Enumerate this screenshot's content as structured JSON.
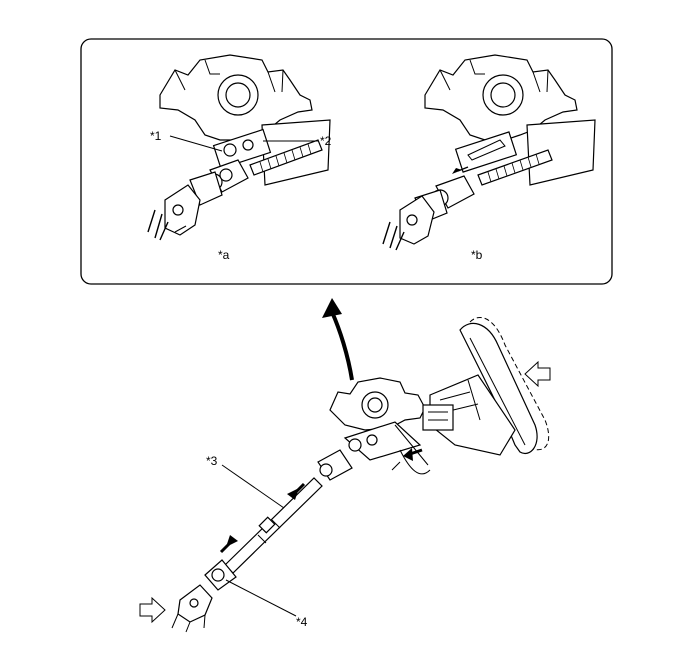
{
  "diagram": {
    "inset": {
      "view_a_label": "*a",
      "view_b_label": "*b",
      "callout_1": "*1",
      "callout_2": "*2"
    },
    "main": {
      "callout_3": "*3",
      "callout_4": "*4"
    }
  }
}
